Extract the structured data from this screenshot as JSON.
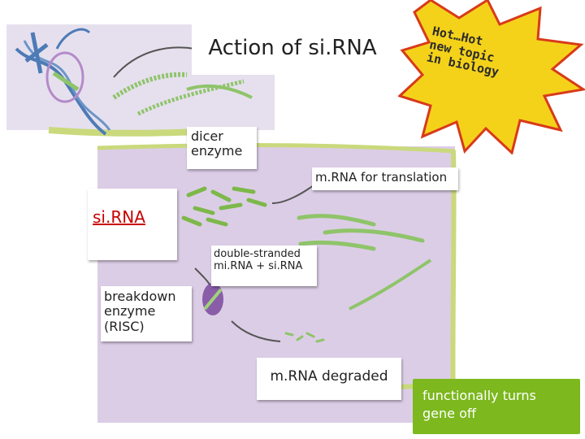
{
  "title": "Action of si.RNA",
  "burst": {
    "line1": "Hot…Hot",
    "line2": "new topic",
    "line3": "in biology",
    "fill_color": "#f5d21a",
    "outline_color": "#d83a1a"
  },
  "labels": {
    "dicer_enzyme_line1": "dicer",
    "dicer_enzyme_line2": "enzyme",
    "mrna_translation": "m.RNA for translation",
    "sirna": "si.RNA",
    "double_stranded_line1": "double-stranded",
    "double_stranded_line2": "mi.RNA + si.RNA",
    "breakdown_line1": "breakdown",
    "breakdown_line2": "enzyme",
    "breakdown_line3": "(RISC)",
    "mrna_degraded": "m.RNA degraded"
  },
  "callout": {
    "line1": "functionally turns",
    "line2": "gene off",
    "color": "#7cb81e"
  },
  "colors": {
    "cell_fill": "#dccde6",
    "nucleus_fill": "#e6e0ee",
    "membrane": "#c9d97c",
    "rna_green": "#8fc46a",
    "dna_blue": "#4d7bb6"
  }
}
